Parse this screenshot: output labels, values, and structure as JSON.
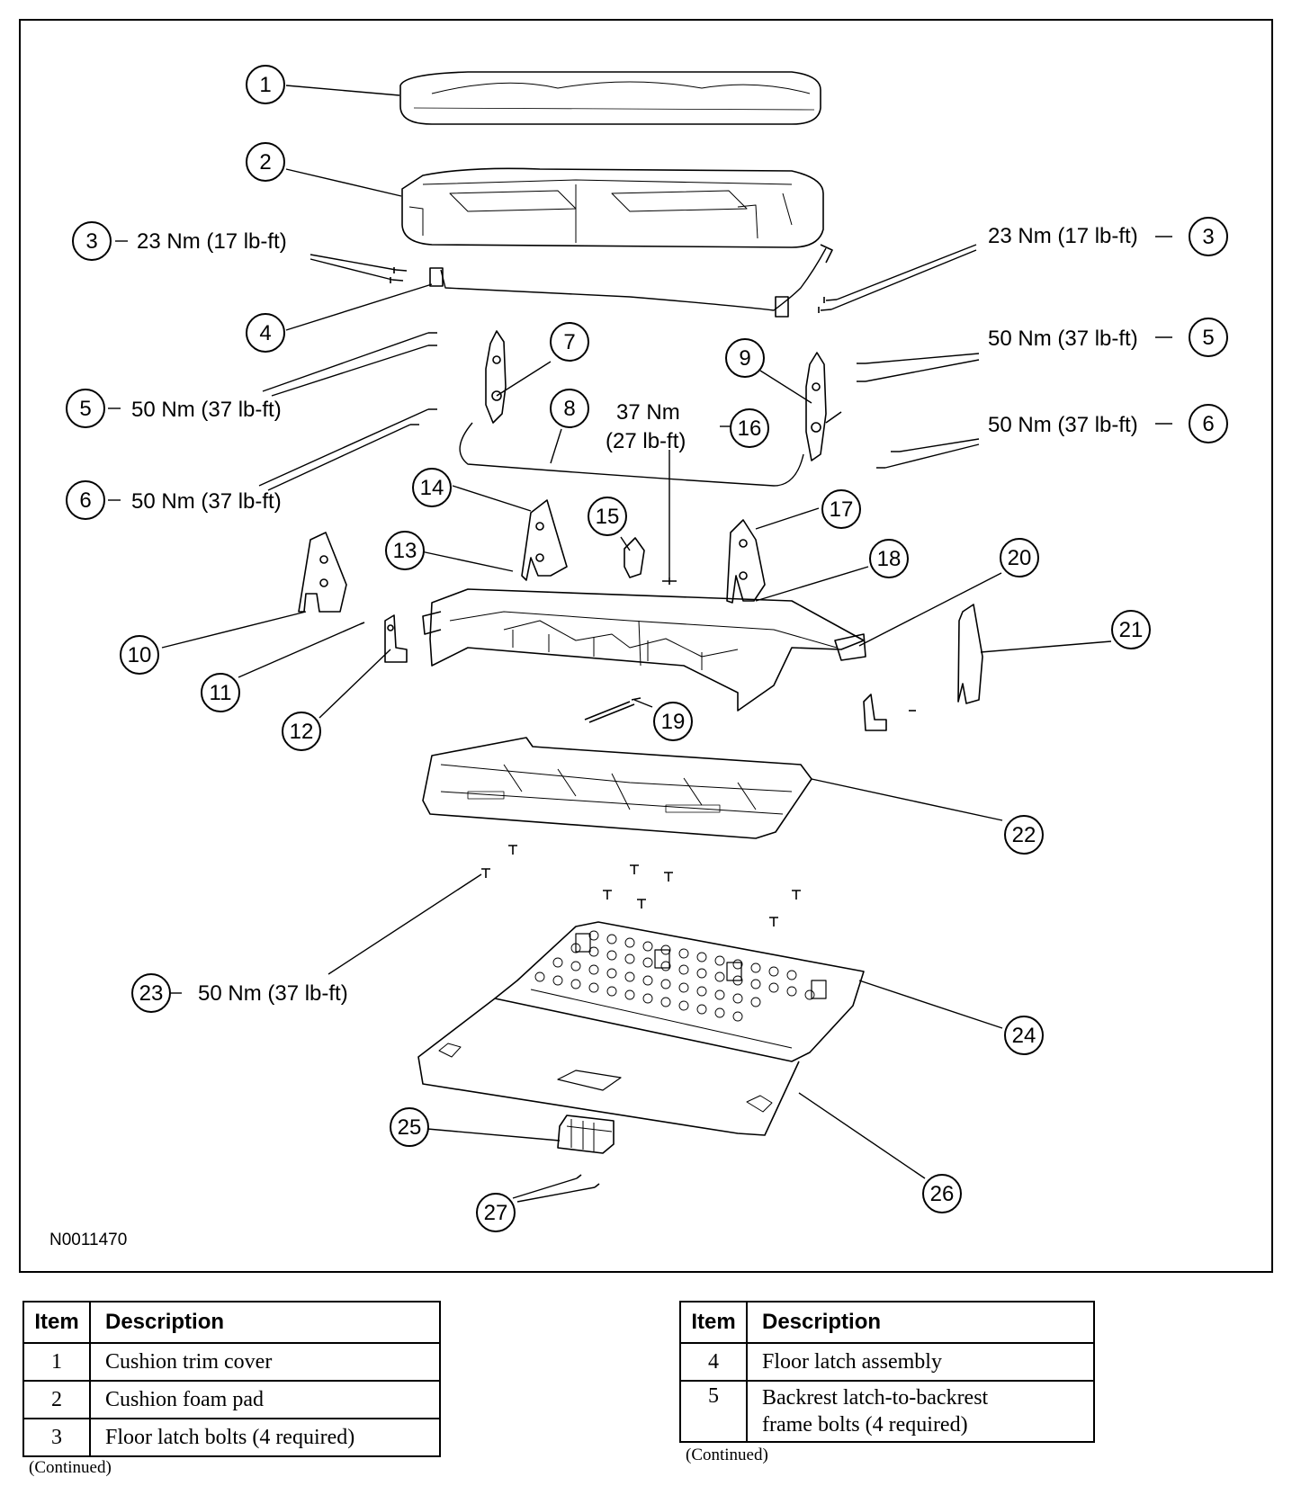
{
  "figure": {
    "id": "N0011470",
    "callouts": [
      {
        "n": "1"
      },
      {
        "n": "2"
      },
      {
        "n": "3",
        "torque": "23 Nm (17 lb-ft)"
      },
      {
        "n": "3",
        "torque": "23 Nm (17 lb-ft)"
      },
      {
        "n": "4"
      },
      {
        "n": "5",
        "torque": "50 Nm (37 lb-ft)"
      },
      {
        "n": "5",
        "torque": "50 Nm (37 lb-ft)"
      },
      {
        "n": "6",
        "torque": "50 Nm (37 lb-ft)"
      },
      {
        "n": "6",
        "torque": "50 Nm (37 lb-ft)"
      },
      {
        "n": "7"
      },
      {
        "n": "8"
      },
      {
        "n": "9"
      },
      {
        "n": "10"
      },
      {
        "n": "11"
      },
      {
        "n": "12"
      },
      {
        "n": "13"
      },
      {
        "n": "14"
      },
      {
        "n": "15"
      },
      {
        "n": "16",
        "torque_line1": "37 Nm",
        "torque_line2": "(27 lb-ft)"
      },
      {
        "n": "17"
      },
      {
        "n": "18"
      },
      {
        "n": "19"
      },
      {
        "n": "20"
      },
      {
        "n": "21"
      },
      {
        "n": "22"
      },
      {
        "n": "23",
        "torque": "50 Nm (37 lb-ft)"
      },
      {
        "n": "24"
      },
      {
        "n": "25"
      },
      {
        "n": "26"
      },
      {
        "n": "27"
      }
    ]
  },
  "tables": [
    {
      "headers": {
        "item": "Item",
        "description": "Description"
      },
      "rows": [
        {
          "item": "1",
          "description": "Cushion trim cover"
        },
        {
          "item": "2",
          "description": "Cushion foam pad"
        },
        {
          "item": "3",
          "description": "Floor latch bolts (4 required)"
        }
      ],
      "continued": "(Continued)"
    },
    {
      "headers": {
        "item": "Item",
        "description": "Description"
      },
      "rows": [
        {
          "item": "4",
          "description": "Floor latch assembly"
        },
        {
          "item": "5",
          "description_line1": "Backrest latch-to-backrest",
          "description_line2": "frame bolts (4 required)"
        }
      ],
      "continued": "(Continued)"
    }
  ]
}
